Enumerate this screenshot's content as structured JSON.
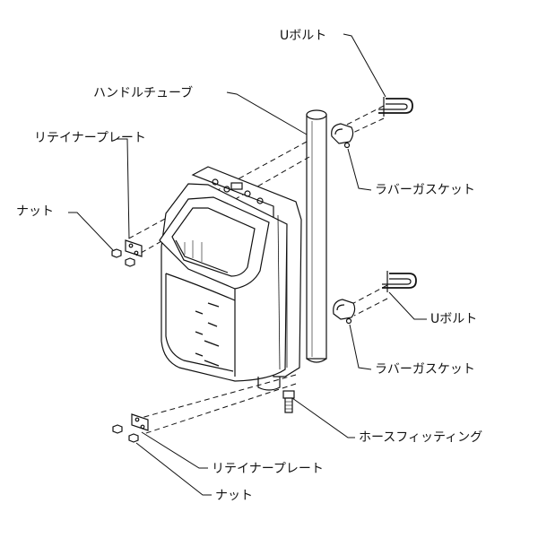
{
  "labels": {
    "u_bolt_top": "Uボルト",
    "handle_tube": "ハンドルチューブ",
    "retainer_plate_top": "リテイナープレート",
    "nut_top": "ナット",
    "rubber_gasket_top": "ラバーガスケット",
    "u_bolt_bottom": "Uボルト",
    "rubber_gasket_bottom": "ラバーガスケット",
    "hose_fitting": "ホースフィッティング",
    "retainer_plate_bottom": "リテイナープレート",
    "nut_bottom": "ナット"
  }
}
